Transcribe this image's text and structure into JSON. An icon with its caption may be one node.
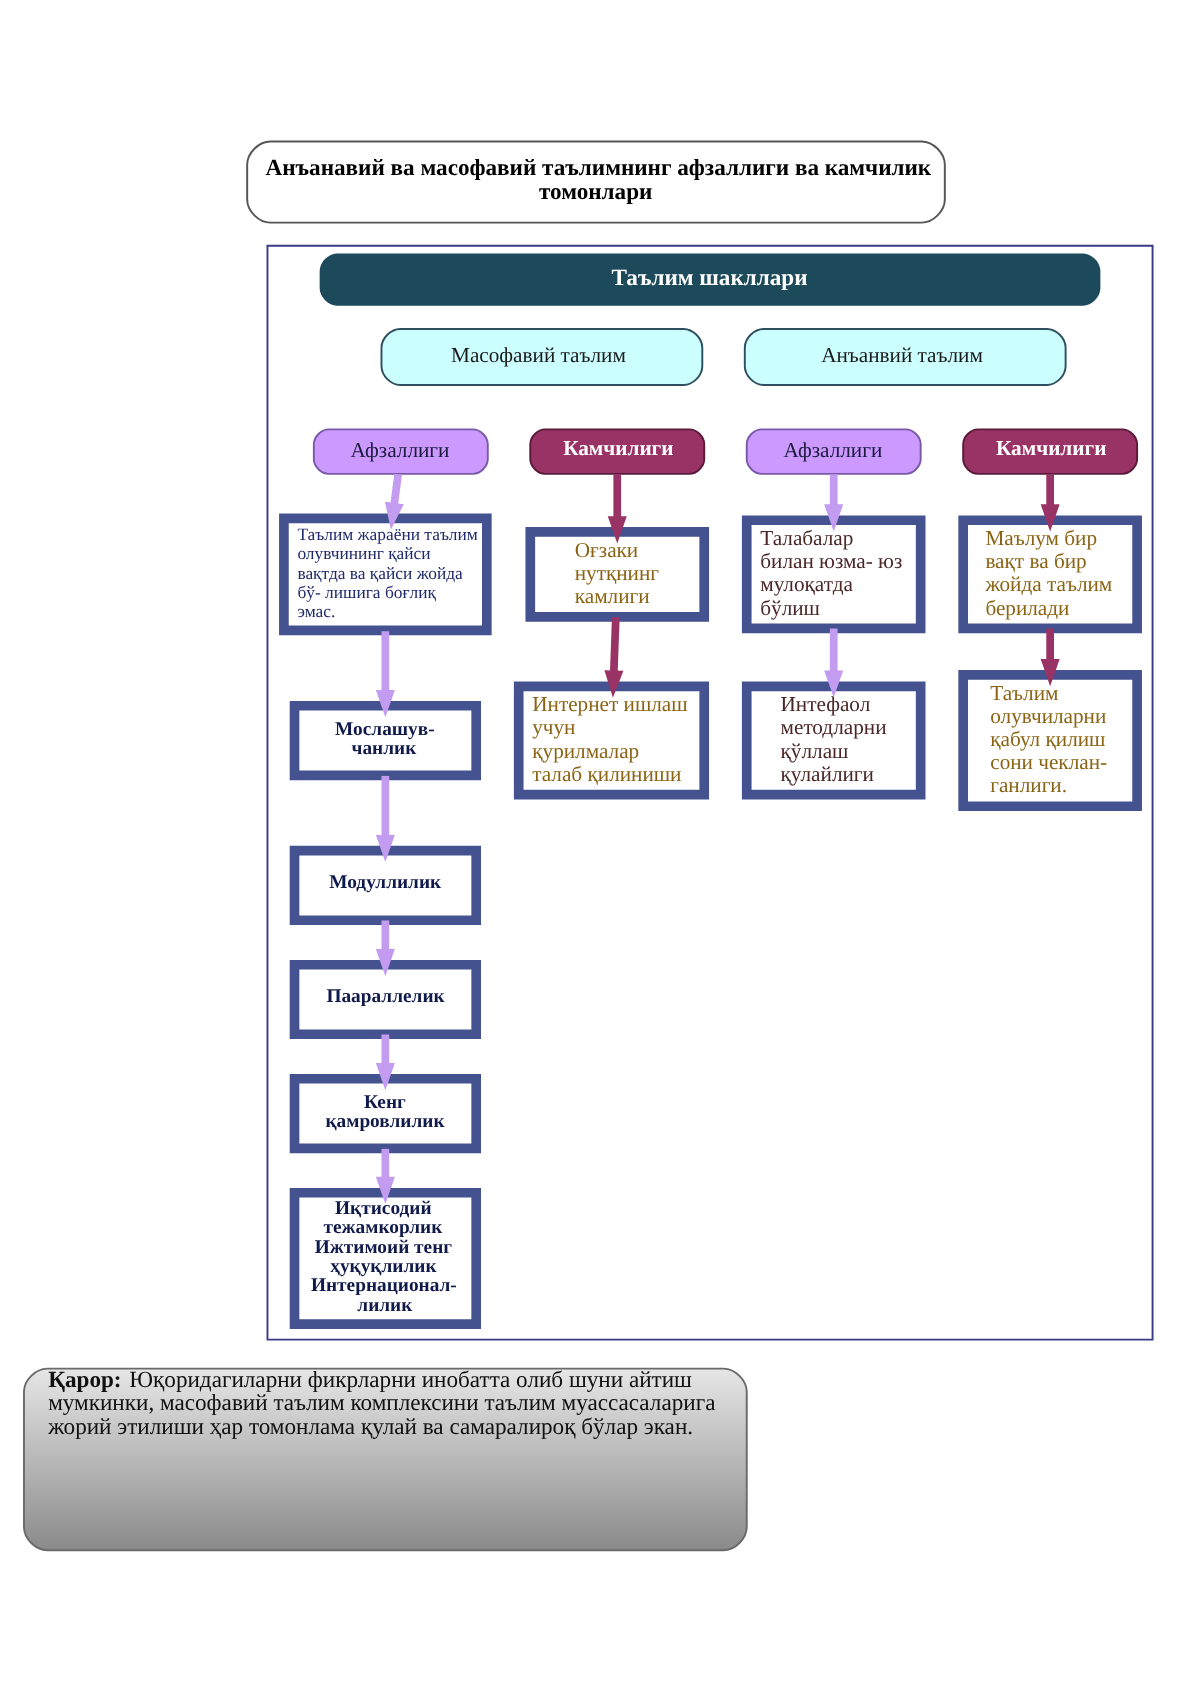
{
  "diagram": {
    "title": "Анъанавий ва масофавий таълимнинг афзаллиги ва камчилик томонлари",
    "nodes": [
      {
        "text": [
          "Таълим шакллари"
        ]
      },
      {
        "text": [
          "Масофавий таълим"
        ],
        "in": 0
      },
      {
        "text": [
          "Анъанвий таълим"
        ],
        "in": 0
      },
      {
        "text": [
          "Афзаллиги"
        ],
        "in": 0
      },
      {
        "text": [
          "Камчилиги"
        ],
        "in": 0
      },
      {
        "text": [
          "Афзаллиги"
        ],
        "in": 0
      },
      {
        "text": [
          "Камчилиги"
        ],
        "in": 0
      },
      {
        "text": [
          "Таълим жараёни таълим олувчининг қайси вақтда ва қайси жойда бў- лишига боғлиқ эмас."
        ],
        "in": 0
      },
      {
        "text": [
          "Оғзаки нутқнинг камлиги"
        ],
        "in": 0
      },
      {
        "text": [
          "Интернет ишлаш учун қурилмалар талаб қилиниши"
        ],
        "in": 0
      },
      {
        "text": [
          "Мослашув- чанлик"
        ],
        "in": 0
      },
      {
        "text": [
          "Модуллилик"
        ],
        "in": 0
      },
      {
        "text": [
          "Паараллелик"
        ],
        "in": 0
      },
      {
        "text": [
          "Кенг қамровлилик"
        ],
        "in": 0
      },
      {
        "text": [
          "Иқтисодий тежамкорлик",
          "Ижтимоий тенг ҳуқуқлилик",
          "Интернационал- лилик"
        ],
        "in": 0
      },
      {
        "text": [
          "Талабалар билан юзма- юз мулоқатда бўлиш"
        ],
        "in": 0
      },
      {
        "text": [
          "Маълум бир вақт ва бир жойда таълим берилади"
        ],
        "in": 0
      },
      {
        "text": [
          "Интефаол методларни қўллаш қулайлиги"
        ],
        "in": 0
      },
      {
        "text": [
          "Таълим олувчиларни қабул қилиш сони чеклан- ганлиги."
        ],
        "in": 0
      },
      {
        "text": [
          "**Қарор:** Юқоридагиларни фикрларни инобатта олиб шуни айтиш мумкинки, масофавий таълим комплексини таълим муассасаларига жорий этилиши ҳар томонлама қулай ва самаралироқ бўлар экан."
        ]
      }
    ],
    "edges": [
      {
        "from": 3,
        "to": 7,
        "arrow": "to"
      },
      {
        "from": 4,
        "to": 8,
        "arrow": "to",
        "color": "#993366"
      },
      {
        "from": 8,
        "to": 9,
        "arrow": "to",
        "color": "#993366"
      },
      {
        "from": 7,
        "to": 10,
        "arrow": "to"
      },
      {
        "from": 10,
        "to": 11,
        "arrow": "to"
      },
      {
        "from": 11,
        "to": 12,
        "arrow": "to"
      },
      {
        "from": 12,
        "to": 13,
        "arrow": "to"
      },
      {
        "from": 13,
        "to": 14,
        "arrow": "to"
      },
      {
        "from": 5,
        "to": 15,
        "arrow": "to"
      },
      {
        "from": 6,
        "to": 16,
        "arrow": "to",
        "color": "#993366"
      },
      {
        "from": 15,
        "to": 17,
        "arrow": "to"
      },
      {
        "from": 16,
        "to": 18,
        "arrow": "to",
        "color": "#993366"
      }
    ]
  }
}
